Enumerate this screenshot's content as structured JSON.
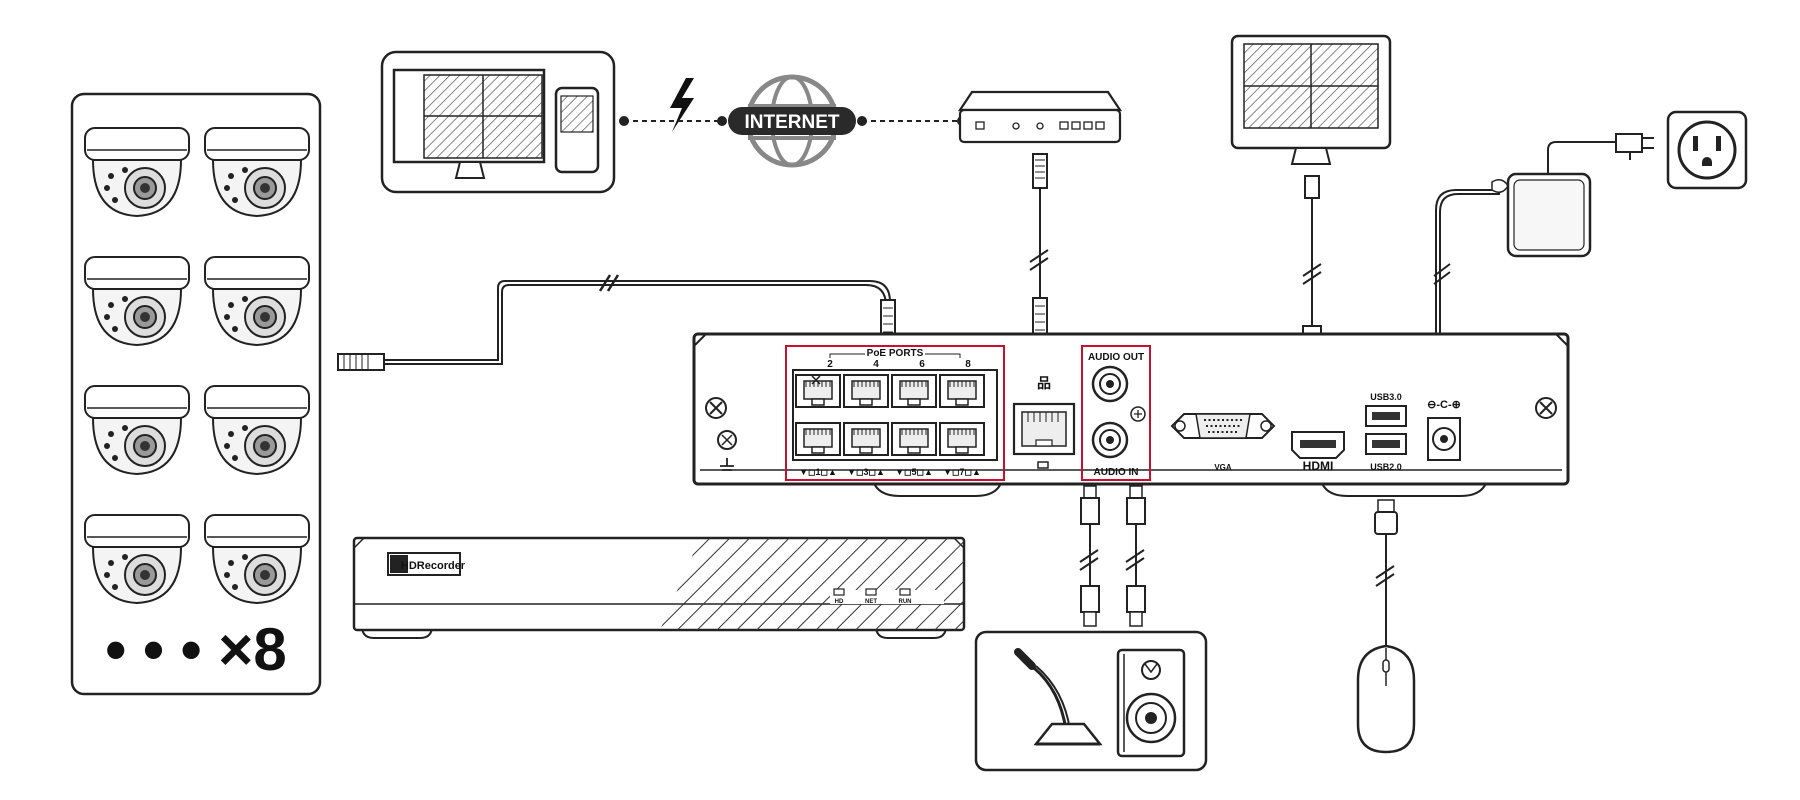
{
  "cameras": {
    "count_label": "• • • ×8"
  },
  "internet": {
    "label": "INTERNET"
  },
  "recorder": {
    "brand": "HDRecorder",
    "led_labels": [
      "HD",
      "NET",
      "RUN"
    ]
  },
  "nvr_rear": {
    "poe_title": "PoE PORTS",
    "poe_top_numbers": [
      "2",
      "4",
      "6",
      "8"
    ],
    "poe_bottom_labels": [
      "▼◻1◻▲",
      "▼◻3◻▲",
      "▼◻5◻▲",
      "▼◻7◻▲"
    ],
    "audio_out": "AUDIO OUT",
    "audio_in": "AUDIO IN",
    "vga": "VGA",
    "hdmi": "HDMI",
    "usb3": "USB3.0",
    "usb2": "USB2.0",
    "power_symbol": "⊖-C-⊕",
    "lan_symbol": "品"
  },
  "colors": {
    "highlight": "#c8102e",
    "line": "#222222",
    "hatch": "#444444"
  }
}
